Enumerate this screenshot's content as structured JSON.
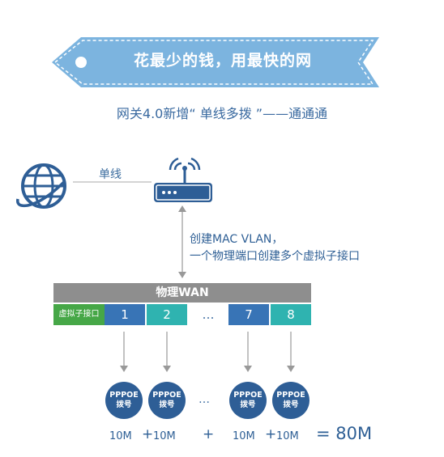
{
  "banner": {
    "title": "花最少的钱，用最快的网"
  },
  "subtitle": "网关4.0新增“ 单线多拨 ”——通通通",
  "topology": {
    "line_label": "单线",
    "vlan_desc_line1": "创建MAC VLAN，",
    "vlan_desc_line2": "一个物理端口创建多个虚拟子接口"
  },
  "wan": {
    "title": "物理WAN",
    "virtual_label": "虚拟子接口",
    "ports": [
      "1",
      "2",
      "…",
      "7",
      "8"
    ]
  },
  "pppoe": {
    "line1": "PPPOE",
    "line2": "拨号",
    "ellipsis": "…"
  },
  "bandwidth": {
    "items": [
      "10M",
      "10M",
      "10M",
      "10M"
    ],
    "plus": "+",
    "total": "= 80M"
  },
  "colors": {
    "banner": "#7cb4df",
    "dark_blue": "#2e5e96",
    "port_blue": "#3874b6",
    "port_teal": "#2fb3b0",
    "virtual_green": "#46a747",
    "wan_gray": "#8e8e8e"
  }
}
